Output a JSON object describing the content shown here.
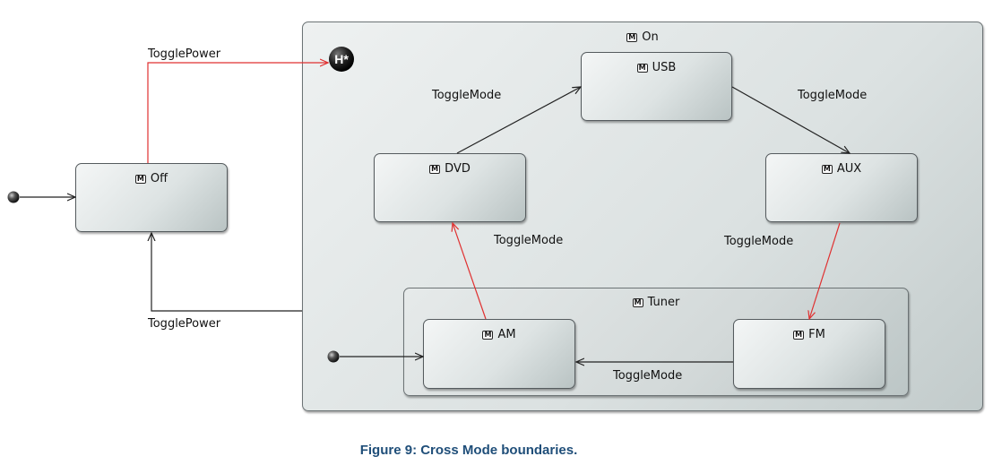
{
  "states": {
    "off": {
      "name": "Off",
      "icon": "M"
    },
    "on": {
      "name": "On",
      "icon": "M"
    },
    "usb": {
      "name": "USB",
      "icon": "M"
    },
    "dvd": {
      "name": "DVD",
      "icon": "M"
    },
    "aux": {
      "name": "AUX",
      "icon": "M"
    },
    "tuner": {
      "name": "Tuner",
      "icon": "M"
    },
    "am": {
      "name": "AM",
      "icon": "M"
    },
    "fm": {
      "name": "FM",
      "icon": "M"
    }
  },
  "history": {
    "label": "H*",
    "icon": "history-icon"
  },
  "transitions": {
    "toggle_power_on": "TogglePower",
    "toggle_power_off": "TogglePower",
    "dvd_usb": "ToggleMode",
    "usb_aux": "ToggleMode",
    "am_dvd": "ToggleMode",
    "aux_fm": "ToggleMode",
    "fm_am": "ToggleMode"
  },
  "colors": {
    "highlight": "#e03030",
    "normal": "#222222",
    "caption": "#1f4e79"
  },
  "caption": "Figure 9: Cross Mode boundaries."
}
